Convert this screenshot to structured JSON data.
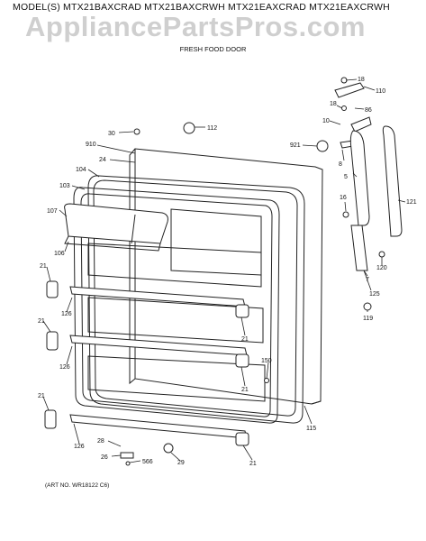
{
  "header": {
    "model_line": "MODEL(S) MTX21BAXCRAD  MTX21BAXCRWH  MTX21EAXCRAD  MTX21EAXCRWH",
    "watermark": "AppliancePartsPros.com",
    "subtitle": "FRESH FOOD DOOR"
  },
  "footer": {
    "art_no": "(ART NO. WR18122 C6)"
  },
  "callouts": {
    "c18a": "18",
    "c110": "110",
    "c18b": "18",
    "c86": "86",
    "c10": "10",
    "c30": "30",
    "c112": "112",
    "c910": "910",
    "c24": "24",
    "c921": "921",
    "c8": "8",
    "c5": "5",
    "c104": "104",
    "c103": "103",
    "c16": "16",
    "c121": "121",
    "c107": "107",
    "c106": "106",
    "c21a": "21",
    "c120": "120",
    "c7": "7",
    "c125": "125",
    "c126a": "126",
    "c21b": "21",
    "c119": "119",
    "c21c": "21",
    "c126b": "126",
    "c150": "150",
    "c21d": "21",
    "c21e": "21",
    "c115": "115",
    "c126c": "126",
    "c28": "28",
    "c26": "26",
    "c566": "566",
    "c29": "29",
    "c21f": "21"
  }
}
